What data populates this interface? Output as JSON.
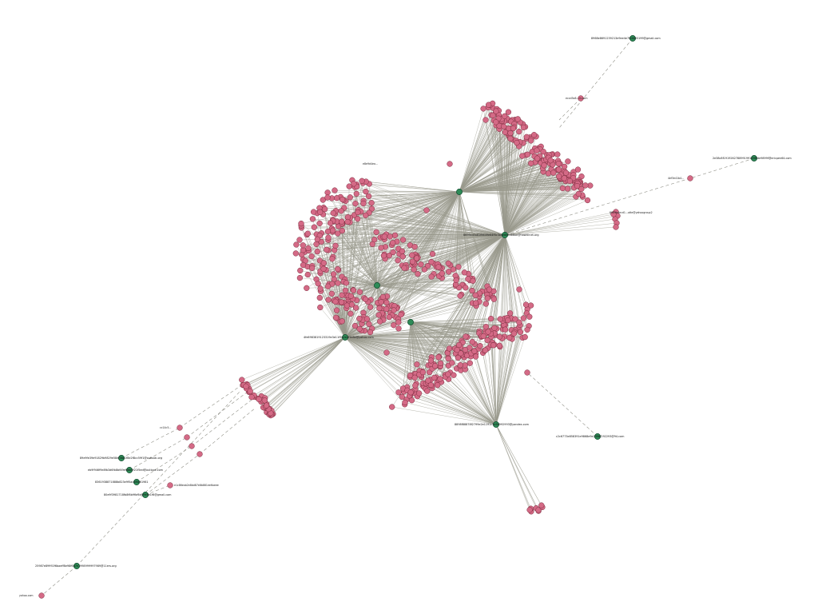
{
  "graph": {
    "node_colors": {
      "leaf": "#d46a86",
      "hub": "#2e8b57",
      "edge": "#9a9a8c"
    },
    "hubs": [
      {
        "id": "h1",
        "label": "8968e8691239213e9ee4e7f04693199@gmail.com"
      },
      {
        "id": "h2",
        "label": "2e38c8f1919262788991991698fde9899f@ericpen64.com"
      },
      {
        "id": "h3",
        "label": ""
      },
      {
        "id": "h4",
        "label": "8699cd5a81f8649e64f6c3a4e8eedb8ae@hawklinet.org"
      },
      {
        "id": "h5",
        "label": ""
      },
      {
        "id": "h6",
        "label": ""
      },
      {
        "id": "h7",
        "label": "4fe6983819123319e3e11f5b2e4f1e8e@yahoo.com"
      },
      {
        "id": "h8",
        "label": "8898f88878f2799e2e1191c5e58992993@yandex.com"
      },
      {
        "id": "h9",
        "label": "c2c6773e858391e9868e9e2398f292293@94.com"
      },
      {
        "id": "h10",
        "label": "89e9fe39e91829b9829e58ef38e1f8e2f8cc59f1@outlook.org"
      },
      {
        "id": "h11",
        "label": "eb9f946f9e8fb3d6fb8bf49ef6bb9f21f5ed@outlook.com"
      },
      {
        "id": "h12",
        "label": "8361938871888b823e9f5ac4f8e61981"
      },
      {
        "id": "h13",
        "label": "80e9f3981718fb8f6b9fbf6d9f9f8e1f6@gmail.com"
      },
      {
        "id": "h14",
        "label": "25987e89992f6baeff8e98f6b7e1998999997989@11ers.org"
      }
    ],
    "leaf_labels": [
      "eccd3a8...m.com",
      "4ef3e41b4...",
      "e8e9d4ea...",
      "8969b4ecd1...otte@yahoogroup2",
      "cc14c5...",
      "yahoo.com",
      "e1c86eab2e8bd87e8b881ee6aeee"
    ]
  }
}
